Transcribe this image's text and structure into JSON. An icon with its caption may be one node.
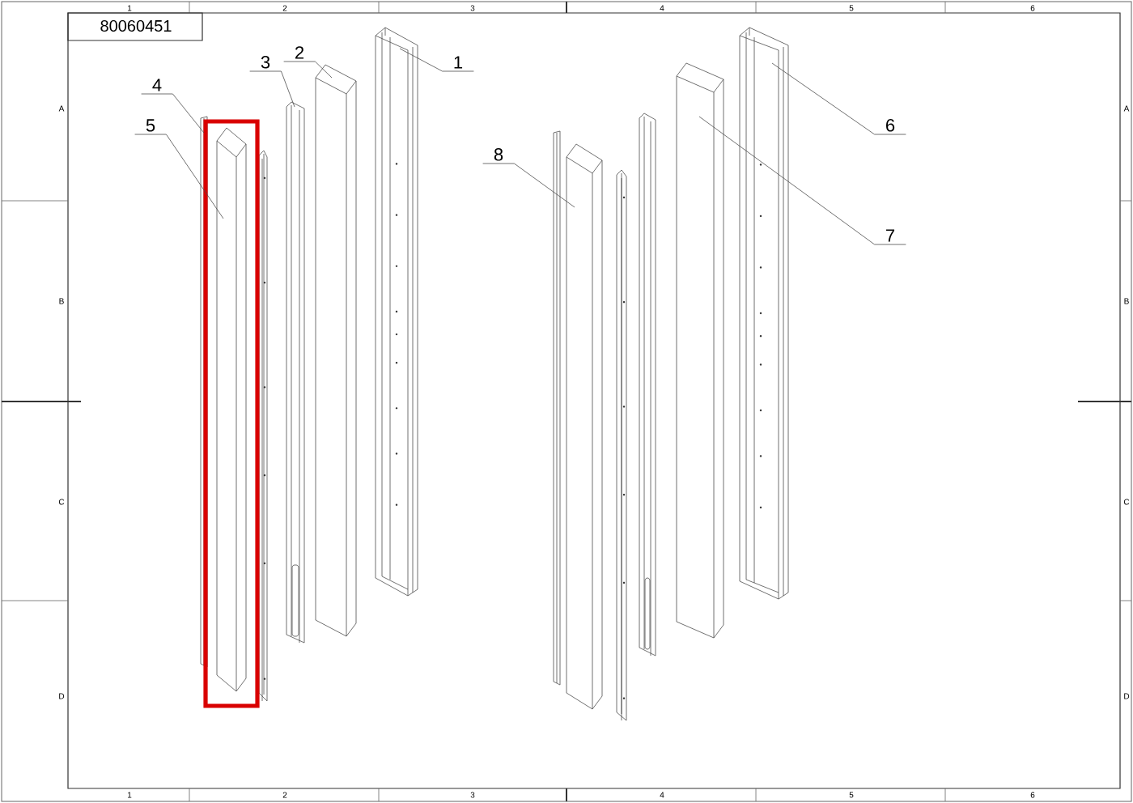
{
  "diagram": {
    "nodes": [
      {
        "text": [
          "1"
        ]
      },
      {
        "text": [
          "2"
        ]
      },
      {
        "text": [
          "3"
        ]
      },
      {
        "text": [
          "4"
        ]
      },
      {
        "text": [
          "5"
        ]
      },
      {
        "text": [
          "6"
        ]
      },
      {
        "text": [
          "7"
        ]
      },
      {
        "text": [
          "8"
        ]
      },
      {
        "text": [],
        "shape": "picture"
      },
      {
        "text": [],
        "shape": "picture"
      },
      {
        "text": [],
        "shape": "picture"
      },
      {
        "text": [],
        "shape": "picture"
      },
      {
        "text": [],
        "shape": "picture"
      },
      {
        "text": [],
        "shape": "picture"
      },
      {
        "text": [],
        "shape": "picture"
      },
      {
        "text": [],
        "shape": "picture"
      }
    ],
    "edges": [
      {
        "from": 0,
        "to": 12,
        "arrow": "none"
      },
      {
        "from": 1,
        "to": 11,
        "arrow": "none"
      },
      {
        "from": 2,
        "to": 10,
        "arrow": "none"
      },
      {
        "from": 3,
        "to": 8,
        "arrow": "none"
      },
      {
        "from": 4,
        "to": 9,
        "arrow": "none"
      },
      {
        "from": 5,
        "to": 15,
        "arrow": "none"
      },
      {
        "from": 6,
        "to": 14,
        "arrow": "none"
      },
      {
        "from": 7,
        "to": 13,
        "arrow": "none"
      }
    ],
    "labels": [
      "1",
      "2",
      "3",
      "4",
      "5",
      "6",
      "80060451",
      "A",
      "A",
      "B",
      "B",
      "C",
      "C",
      "D",
      "D",
      "1",
      "2",
      "3",
      "4",
      "5",
      "6"
    ]
  }
}
